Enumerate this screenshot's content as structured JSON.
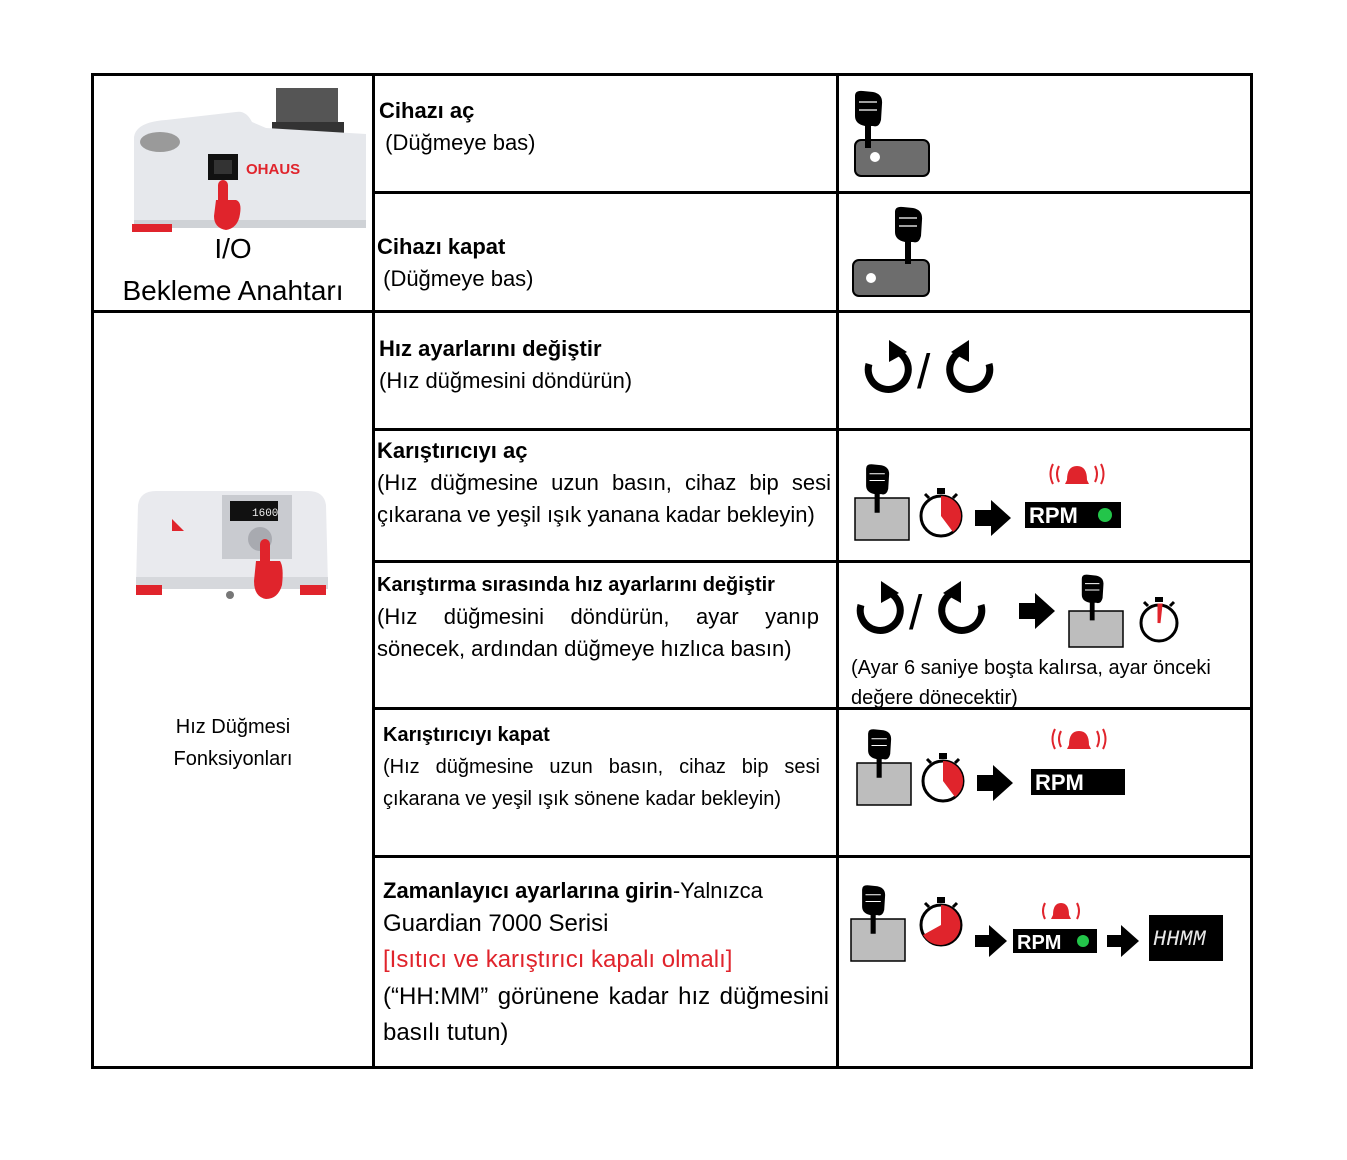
{
  "colors": {
    "accent_red": "#e0242c",
    "border": "#000000",
    "device_gray": "#6d6d6d",
    "display_black": "#000000",
    "green_led": "#23c54a"
  },
  "device_images": {
    "io_switch": {
      "brand": "OHAUS"
    },
    "speed_knob": {
      "display": "1600"
    }
  },
  "sections": {
    "io": {
      "label_line1": "I/O",
      "label_line2": "Bekleme Anahtarı"
    },
    "knob": {
      "label_line1": "Hız Düğmesi",
      "label_line2": "Fonksiyonları"
    }
  },
  "rows": [
    {
      "title": "Cihazı aç",
      "desc": " (Düğmeye bas)",
      "icons": [
        "press-switch-on-icon"
      ]
    },
    {
      "title": "Cihazı kapat",
      "desc": " (Düğmeye bas)",
      "icons": [
        "press-switch-off-icon"
      ]
    },
    {
      "title": "Hız ayarlarını değiştir",
      "desc": "(Hız düğmesini döndürün)",
      "icons": [
        "rotate-ccw-icon",
        "rotate-cw-icon"
      ],
      "icon_sep": "/"
    },
    {
      "title": "Karıştırıcıyı aç",
      "desc": "(Hız düğmesine uzun basın, cihaz bip sesi çıkarana ve yeşil ışık yanana kadar bekleyin)",
      "icons": [
        "long-press-icon",
        "timer-icon",
        "arrow-right-icon",
        "rpm-green-icon"
      ]
    },
    {
      "title": "Karıştırma sırasında hız ayarlarını değiştir",
      "desc": "(Hız düğmesini döndürün, ayar yanıp sönecek, ardından düğmeye hızlıca basın)",
      "icons": [
        "rotate-ccw-icon",
        "rotate-cw-icon",
        "arrow-right-icon",
        "press-icon",
        "timer-icon"
      ],
      "icon_sep": "/",
      "note": "(Ayar 6 saniye boşta kalırsa, ayar önceki değere dönecektir)"
    },
    {
      "title": "Karıştırıcıyı kapat",
      "desc": "(Hız düğmesine uzun basın, cihaz bip sesi çıkarana ve yeşil ışık sönene kadar bekleyin)",
      "icons": [
        "long-press-icon",
        "timer-icon",
        "arrow-right-icon",
        "rpm-off-icon"
      ]
    },
    {
      "title": "Zamanlayıcı ayarlarına girin",
      "title_suffix": "-Yalnızca",
      "line2": "Guardian 7000 Serisi",
      "warning": "[Isıtıcı ve karıştırıcı kapalı olmalı]",
      "desc": "(“HH:MM” görünene kadar hız düğmesini basılı tutun)",
      "icons": [
        "long-press-icon",
        "timer-icon",
        "arrow-right-icon",
        "rpm-green-icon",
        "arrow-right-icon",
        "hhmm-display-icon"
      ]
    }
  ],
  "display_labels": {
    "rpm": "RPM",
    "hhmm": "HHMM"
  }
}
